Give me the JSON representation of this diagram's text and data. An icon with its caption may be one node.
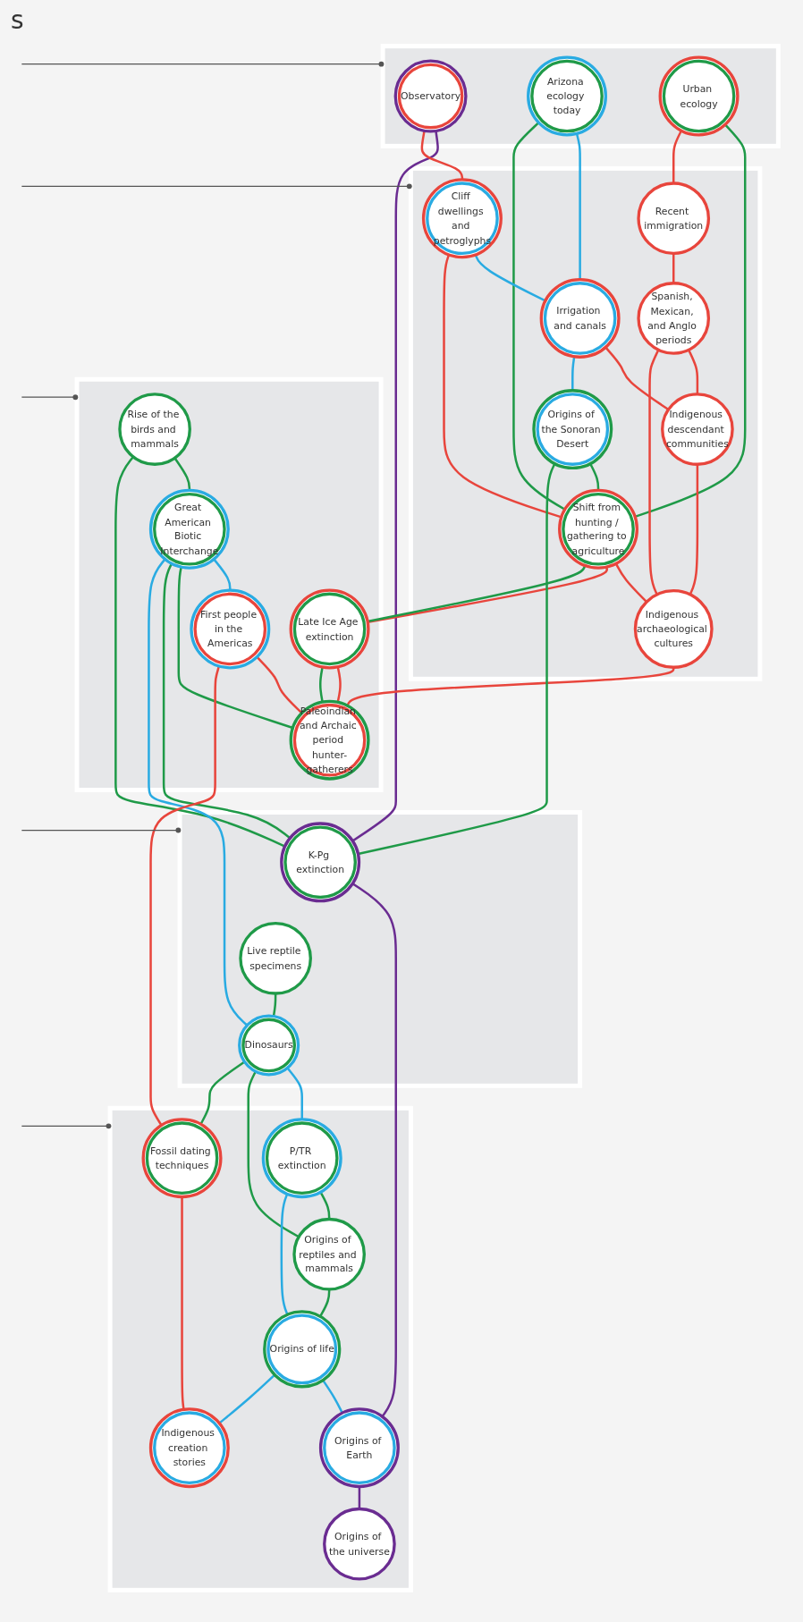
{
  "diagram": {
    "nodes": [
      {
        "text": [],
        "shape": "band"
      },
      {
        "text": [
          "Observatory"
        ],
        "in": 0
      },
      {
        "text": [
          "Arizona ecology today"
        ],
        "in": 0
      },
      {
        "text": [
          "Urban ecology"
        ],
        "in": 0
      },
      {
        "text": [],
        "shape": "band"
      },
      {
        "text": [
          "Recent immigration"
        ],
        "in": 4
      },
      {
        "text": [
          "Cliff dwellings and petroglyphs"
        ],
        "in": 4
      },
      {
        "text": [
          "Irrigation and canals"
        ],
        "in": 4
      },
      {
        "text": [
          "Spanish, Mexican, and Anglo periods"
        ],
        "in": 4
      },
      {
        "text": [
          "Indigenous descendant communities"
        ],
        "in": 4
      },
      {
        "text": [
          "Indigenous archaeological cultures"
        ],
        "in": 4
      },
      {
        "text": [
          "Origins of the Sonoran Desert"
        ],
        "in": 4
      },
      {
        "text": [
          "Shift from hunting / gathering to agriculture"
        ],
        "in": 4
      },
      {
        "text": [],
        "shape": "band"
      },
      {
        "text": [
          "Late Ice Age extinction"
        ],
        "in": 13
      },
      {
        "text": [
          "Paleoindian and Archaic period hunter-gatherers"
        ],
        "in": 13
      },
      {
        "text": [
          "Great American Biotic Interchange"
        ],
        "in": 13
      },
      {
        "text": [
          "First people in the Americas"
        ],
        "in": 13
      },
      {
        "text": [
          "Rise of the birds and mammals"
        ],
        "in": 13
      },
      {
        "text": [],
        "shape": "band"
      },
      {
        "text": [
          "K-Pg extinction"
        ],
        "in": 19
      },
      {
        "text": [
          "Live reptile specimens"
        ],
        "in": 19
      },
      {
        "text": [
          "Dinosaurs"
        ],
        "in": 19
      },
      {
        "text": [],
        "shape": "band"
      },
      {
        "text": [
          "P/TR extinction"
        ],
        "in": 23
      },
      {
        "text": [
          "Origins of reptiles and mammals"
        ],
        "in": 23
      },
      {
        "text": [
          "Fossil dating techniques"
        ],
        "in": 23
      },
      {
        "text": [
          "Origins of life"
        ],
        "in": 23
      },
      {
        "text": [
          "Origins of Earth"
        ],
        "in": 23
      },
      {
        "text": [
          "Origins of the universe"
        ],
        "in": 23
      },
      {
        "text": [
          "Indigenous creation stories"
        ],
        "in": 23
      }
    ],
    "edges": [
      {
        "from": 1,
        "to": 20,
        "arrow": "none",
        "color": "#6a2c91"
      },
      {
        "from": 1,
        "to": 6,
        "arrow": "none",
        "color": "#e8453c"
      },
      {
        "from": 2,
        "to": 7,
        "arrow": "none",
        "color": "#29abe2"
      },
      {
        "from": 2,
        "to": 12,
        "arrow": "none",
        "color": "#1f9a48"
      },
      {
        "from": 3,
        "to": 12,
        "arrow": "none",
        "color": "#1f9a48"
      },
      {
        "from": 3,
        "to": 5,
        "arrow": "none",
        "color": "#e8453c"
      },
      {
        "from": 5,
        "to": 8,
        "arrow": "none",
        "color": "#e8453c"
      },
      {
        "from": 6,
        "to": 7,
        "arrow": "none",
        "color": "#29abe2"
      },
      {
        "from": 7,
        "to": 9,
        "arrow": "none",
        "color": "#e8453c"
      },
      {
        "from": 8,
        "to": 9,
        "arrow": "none",
        "color": "#e8453c"
      },
      {
        "from": 8,
        "to": 10,
        "arrow": "none",
        "color": "#e8453c"
      },
      {
        "from": 9,
        "to": 10,
        "arrow": "none",
        "color": "#e8453c"
      },
      {
        "from": 6,
        "to": 12,
        "arrow": "none",
        "color": "#e8453c"
      },
      {
        "from": 7,
        "to": 11,
        "arrow": "none",
        "color": "#29abe2"
      },
      {
        "from": 12,
        "to": 10,
        "arrow": "none",
        "color": "#e8453c"
      },
      {
        "from": 11,
        "to": 12,
        "arrow": "none",
        "color": "#1f9a48"
      },
      {
        "from": 10,
        "to": 15,
        "arrow": "none",
        "color": "#e8453c"
      },
      {
        "from": 12,
        "to": 14,
        "arrow": "none",
        "color": "#e8453c"
      },
      {
        "from": 12,
        "to": 14,
        "arrow": "none",
        "color": "#1f9a48"
      },
      {
        "from": 11,
        "to": 20,
        "arrow": "none",
        "color": "#1f9a48"
      },
      {
        "from": 14,
        "to": 15,
        "arrow": "none",
        "color": "#e8453c"
      },
      {
        "from": 14,
        "to": 15,
        "arrow": "none",
        "color": "#1f9a48"
      },
      {
        "from": 17,
        "to": 15,
        "arrow": "none",
        "color": "#e8453c"
      },
      {
        "from": 16,
        "to": 17,
        "arrow": "none",
        "color": "#29abe2"
      },
      {
        "from": 16,
        "to": 15,
        "arrow": "none",
        "color": "#1f9a48"
      },
      {
        "from": 18,
        "to": 16,
        "arrow": "none",
        "color": "#1f9a48"
      },
      {
        "from": 18,
        "to": 20,
        "arrow": "none",
        "color": "#1f9a48"
      },
      {
        "from": 16,
        "to": 20,
        "arrow": "none",
        "color": "#1f9a48"
      },
      {
        "from": 16,
        "to": 22,
        "arrow": "none",
        "color": "#29abe2"
      },
      {
        "from": 17,
        "to": 26,
        "arrow": "none",
        "color": "#e8453c"
      },
      {
        "from": 21,
        "to": 22,
        "arrow": "none",
        "color": "#1f9a48"
      },
      {
        "from": 20,
        "to": 28,
        "arrow": "none",
        "color": "#6a2c91"
      },
      {
        "from": 22,
        "to": 24,
        "arrow": "none",
        "color": "#29abe2"
      },
      {
        "from": 22,
        "to": 25,
        "arrow": "none",
        "color": "#1f9a48"
      },
      {
        "from": 22,
        "to": 26,
        "arrow": "none",
        "color": "#1f9a48"
      },
      {
        "from": 24,
        "to": 25,
        "arrow": "none",
        "color": "#1f9a48"
      },
      {
        "from": 24,
        "to": 27,
        "arrow": "none",
        "color": "#29abe2"
      },
      {
        "from": 25,
        "to": 27,
        "arrow": "none",
        "color": "#1f9a48"
      },
      {
        "from": 27,
        "to": 28,
        "arrow": "none",
        "color": "#29abe2"
      },
      {
        "from": 28,
        "to": 29,
        "arrow": "none",
        "color": "#6a2c91"
      },
      {
        "from": 27,
        "to": 30,
        "arrow": "none",
        "color": "#29abe2"
      },
      {
        "from": 26,
        "to": 30,
        "arrow": "none",
        "color": "#e8453c"
      },
      {
        "from": null,
        "to": 0,
        "arrow": "other",
        "color": "#555555"
      },
      {
        "from": null,
        "to": 4,
        "arrow": "other",
        "color": "#555555"
      },
      {
        "from": null,
        "to": 13,
        "arrow": "other",
        "color": "#555555"
      },
      {
        "from": null,
        "to": 19,
        "arrow": "other",
        "color": "#555555"
      },
      {
        "from": null,
        "to": 23,
        "arrow": "other",
        "color": "#555555"
      }
    ],
    "labels": [
      "s"
    ]
  }
}
